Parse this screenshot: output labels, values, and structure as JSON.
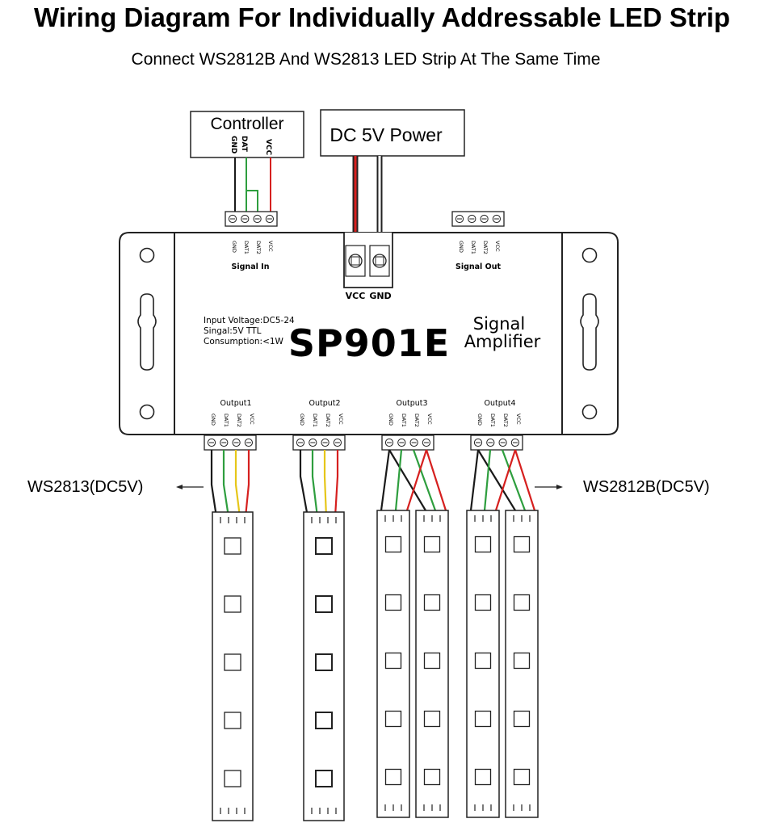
{
  "title": "Wiring Diagram For Individually Addressable LED Strip",
  "subtitle": "Connect WS2812B And WS2813 LED Strip At The Same Time",
  "controller": {
    "label": "Controller",
    "pins": [
      "GND",
      "DAT",
      "VCC"
    ]
  },
  "power": {
    "label": "DC 5V Power",
    "terminals": [
      "VCC",
      "GND"
    ]
  },
  "device": {
    "model": "SP901E",
    "name_line1": "Signal",
    "name_line2": "Amplifier",
    "specs": [
      "Input Voltage:DC5-24",
      "Singal:5V TTL",
      "Consumption:<1W"
    ],
    "signal_in": "Signal In",
    "signal_out": "Signal Out",
    "port_pins": [
      "GND",
      "DAT1",
      "DAT2",
      "VCC"
    ],
    "outputs": [
      "Output1",
      "Output2",
      "Output3",
      "Output4"
    ]
  },
  "strip_labels": {
    "left": "WS2813(DC5V)",
    "right": "WS2812B(DC5V)"
  },
  "wire_colors": {
    "gnd": "#1a1a1a",
    "dat1": "#2e9e3e",
    "dat2": "#e6c619",
    "vcc": "#d6201f",
    "outline": "#222222"
  }
}
